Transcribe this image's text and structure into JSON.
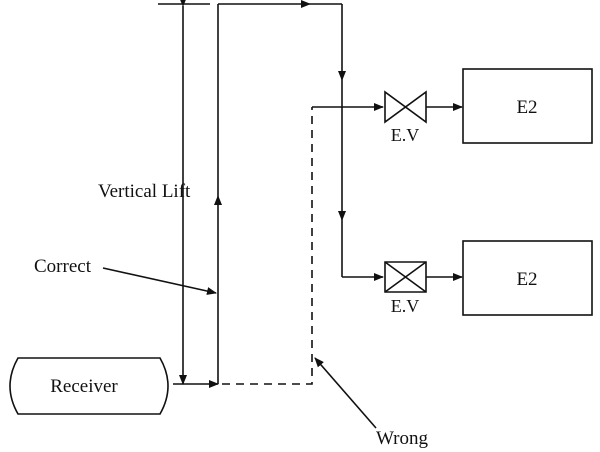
{
  "diagram": {
    "labels": {
      "vertical_lift": "Vertical Lift",
      "correct": "Correct",
      "receiver": "Receiver",
      "wrong": "Wrong",
      "ev_top": "E.V",
      "ev_bottom": "E.V",
      "e2_top": "E2",
      "e2_bottom": "E2"
    },
    "colors": {
      "line": "#111111",
      "background": "#ffffff"
    }
  }
}
